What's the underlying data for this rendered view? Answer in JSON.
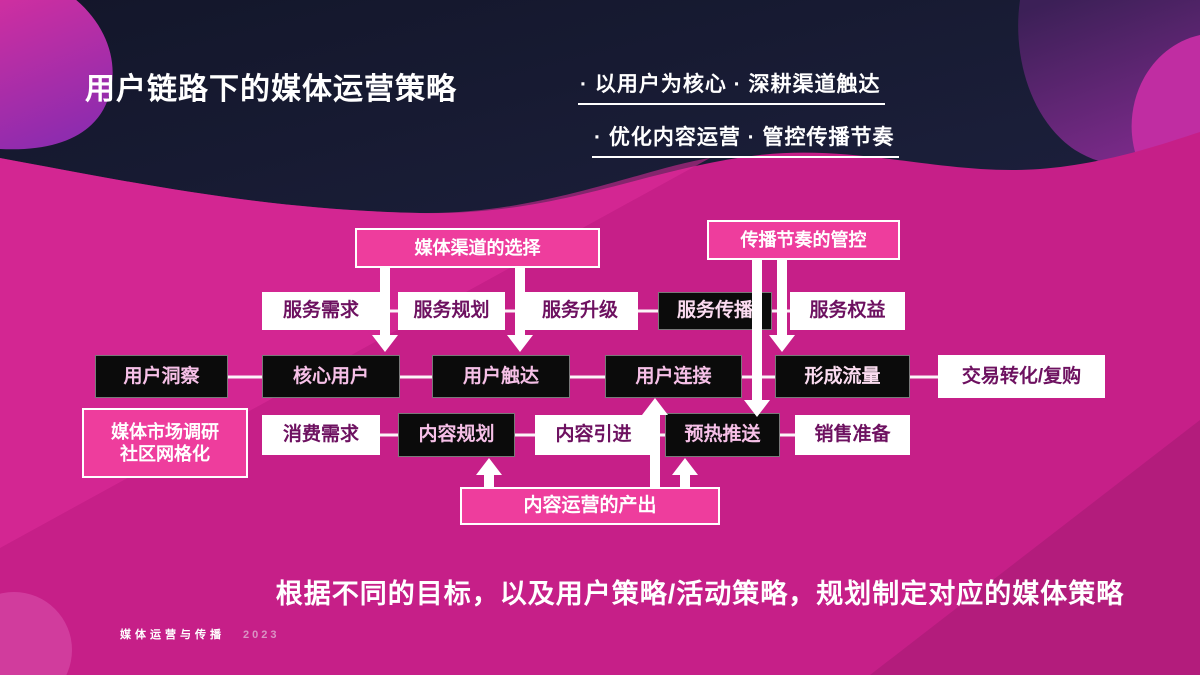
{
  "header": {
    "title": "用户链路下的媒体运营策略",
    "bullets": [
      "· 以用户为核心 · 深耕渠道触达",
      "· 优化内容运营 · 管控传播节奏"
    ]
  },
  "diagram": {
    "top_boxes": {
      "channel": "媒体渠道的选择",
      "rhythm": "传播节奏的管控"
    },
    "service_row": [
      "服务需求",
      "服务规划",
      "服务升级",
      "服务传播",
      "服务权益"
    ],
    "main_row": [
      "用户洞察",
      "核心用户",
      "用户触达",
      "用户连接",
      "形成流量",
      "交易转化/复购"
    ],
    "lower_row": [
      "消费需求",
      "内容规划",
      "内容引进",
      "预热推送",
      "销售准备"
    ],
    "research_box": {
      "line1": "媒体市场调研",
      "line2": "社区网格化"
    },
    "output_box": "内容运营的产出"
  },
  "caption": "根据不同的目标，以及用户策略/活动策略，规划制定对应的媒体策略",
  "footer": {
    "brand": "媒体运营与传播",
    "year": "2023"
  },
  "colors": {
    "background_navy": "#1a1d36",
    "magenta_base": "#c61f88",
    "magenta_bright": "#de2c9b",
    "pink_box": "#ee3d9d",
    "black_box": "#0b0b0b",
    "black_box_text": "#f6c0e7",
    "white_box_text": "#6d1160",
    "arrow_white": "#ffffff"
  }
}
